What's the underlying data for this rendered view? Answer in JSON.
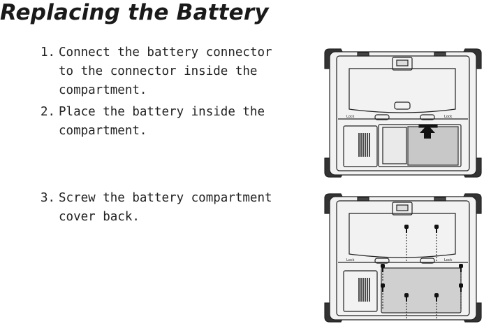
{
  "heading": "Replacing the Battery",
  "steps": [
    {
      "number": "1.",
      "lines": [
        "Connect the battery connector",
        "to the connector inside the",
        "compartment."
      ]
    },
    {
      "number": "2.",
      "lines": [
        "Place the battery inside the",
        "compartment."
      ]
    },
    {
      "number": "3.",
      "lines": [
        "Screw the battery compartment",
        "cover back."
      ]
    }
  ],
  "figures": {
    "top": {
      "lock_left": "Lock",
      "lock_right": "Lock"
    },
    "bottom": {
      "lock_left": "Lock",
      "lock_right": "Lock"
    }
  }
}
